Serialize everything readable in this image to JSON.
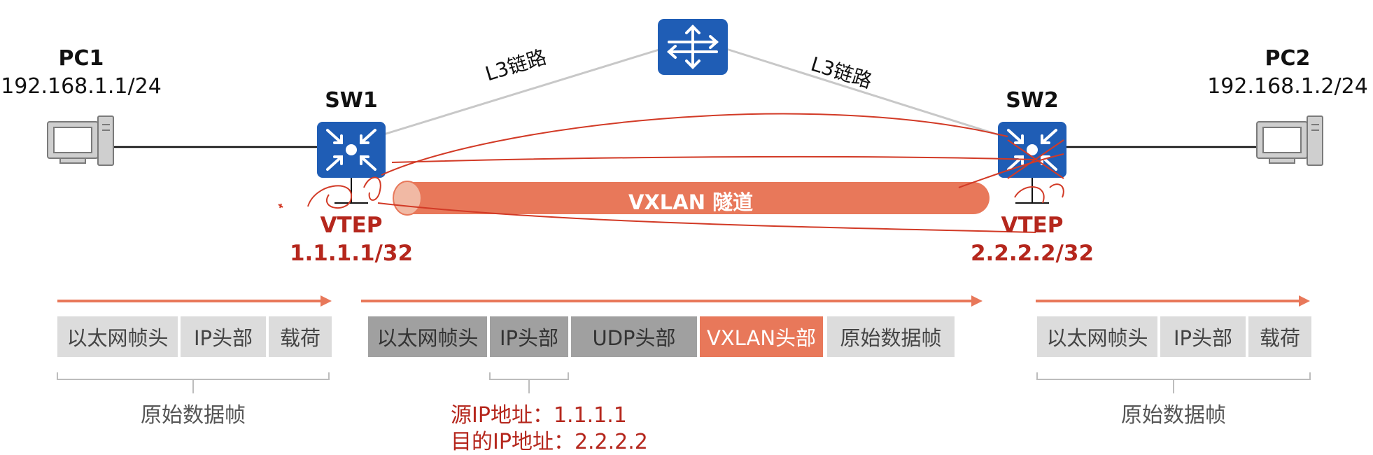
{
  "hosts": {
    "pc1": {
      "name": "PC1",
      "ip": "192.168.1.1/24"
    },
    "pc2": {
      "name": "PC2",
      "ip": "192.168.1.2/24"
    }
  },
  "switches": {
    "sw1": {
      "name": "SW1",
      "vtep_label": "VTEP",
      "vtep_ip": "1.1.1.1/32"
    },
    "sw2": {
      "name": "SW2",
      "vtep_label": "VTEP",
      "vtep_ip": "2.2.2.2/32"
    }
  },
  "links": {
    "left_label": "L3链路",
    "right_label": "L3链路"
  },
  "tunnel": {
    "label": "VXLAN 隧道"
  },
  "frames": {
    "left": [
      "以太网帧头",
      "IP头部",
      "载荷"
    ],
    "middle": [
      "以太网帧头",
      "IP头部",
      "UDP头部",
      "VXLAN头部",
      "原始数据帧"
    ],
    "right": [
      "以太网帧头",
      "IP头部",
      "载荷"
    ]
  },
  "braces": {
    "left_label": "原始数据帧",
    "right_label": "原始数据帧"
  },
  "notes": {
    "src_ip": "源IP地址：1.1.1.1",
    "dst_ip": "目的IP地址：2.2.2.2"
  },
  "colors": {
    "accent": "#e8785a",
    "annotation_red": "#b5271d",
    "device_blue": "#1f5db5",
    "link_gray": "#c8c8c8"
  },
  "icons": [
    "pc-icon",
    "switch-icon",
    "router-icon",
    "arrow-icon"
  ]
}
